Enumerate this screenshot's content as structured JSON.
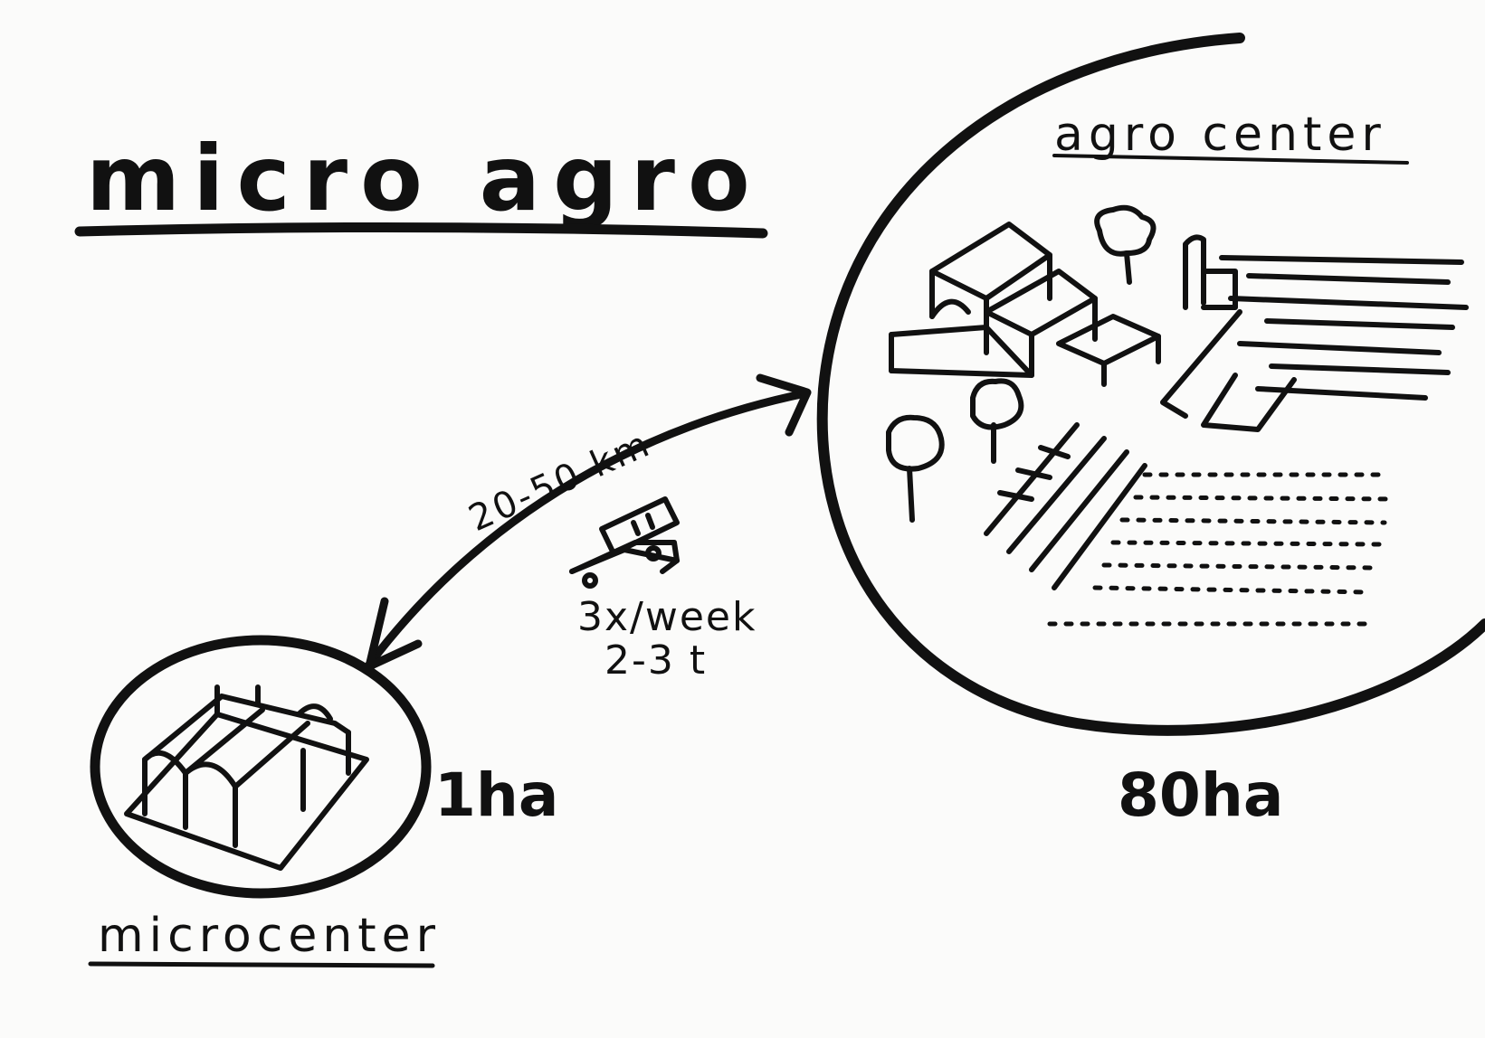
{
  "title": "micro agro",
  "agro_center": {
    "label": "agro center",
    "area": "80ha"
  },
  "microcenter": {
    "label": "microcenter",
    "area": "1ha"
  },
  "link": {
    "distance": "20-50 km",
    "frequency": "3x/week",
    "tonnage": "2-3 t"
  },
  "colors": {
    "ink": "#111111",
    "paper": "#fbfbfa"
  }
}
